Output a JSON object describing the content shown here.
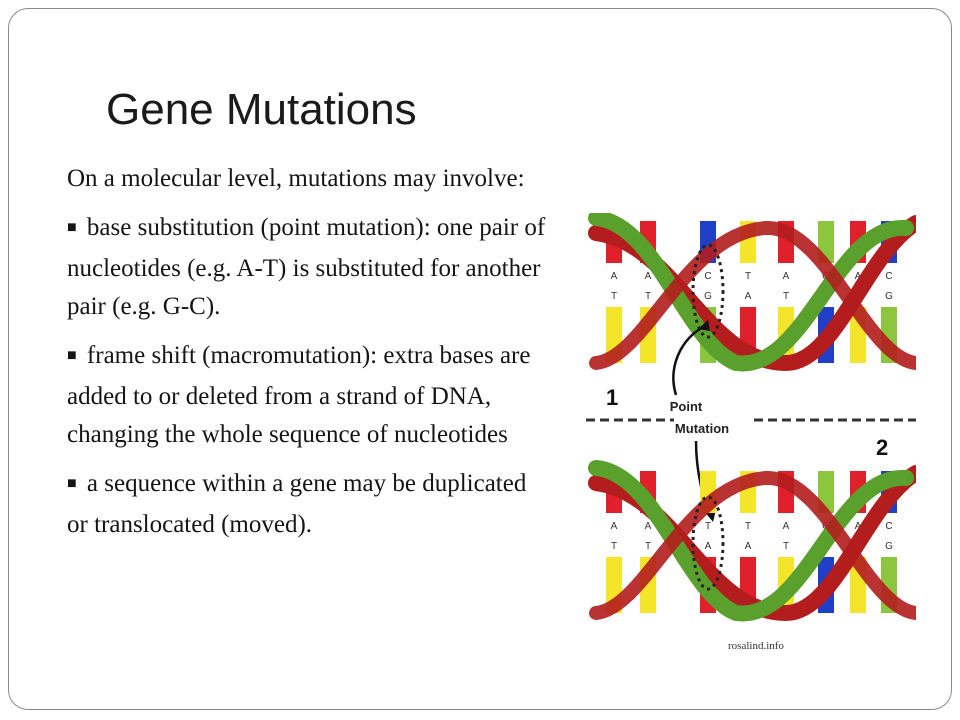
{
  "slide": {
    "title": "Gene Mutations",
    "intro": "On a molecular level, mutations may involve:",
    "bullet_marker": "■",
    "bullets": [
      "base substitution (point mutation): one pair of nucleotides (e.g. A-T) is substituted for another pair (e.g. G-C).",
      "frame shift (macromutation): extra bases are added to or deleted from a strand of DNA, changing the whole sequence of nucleotides",
      "a sequence within a gene may be duplicated or translocated (moved)."
    ],
    "credit": "rosalind.info"
  },
  "figure": {
    "label_1": "1",
    "label_2": "2",
    "annotation_line1": "Point",
    "annotation_line2": "Mutation",
    "top_letters_upper": [
      "A",
      "A",
      "C",
      "T",
      "A",
      "G",
      "A",
      "C"
    ],
    "top_letters_lower": [
      "T",
      "T",
      "G",
      "A",
      "T",
      "C",
      "T",
      "G"
    ],
    "bottom_letters_upper": [
      "A",
      "A",
      "T",
      "T",
      "A",
      "G",
      "A",
      "C"
    ],
    "bottom_letters_lower": [
      "T",
      "T",
      "A",
      "A",
      "T",
      "C",
      "T",
      "G"
    ],
    "colors": {
      "A": "#e0212b",
      "T": "#f5e52a",
      "C": "#1f3fc9",
      "G": "#8cc63f",
      "strand_green": "#5aa02c",
      "strand_red": "#b31d1d"
    }
  }
}
